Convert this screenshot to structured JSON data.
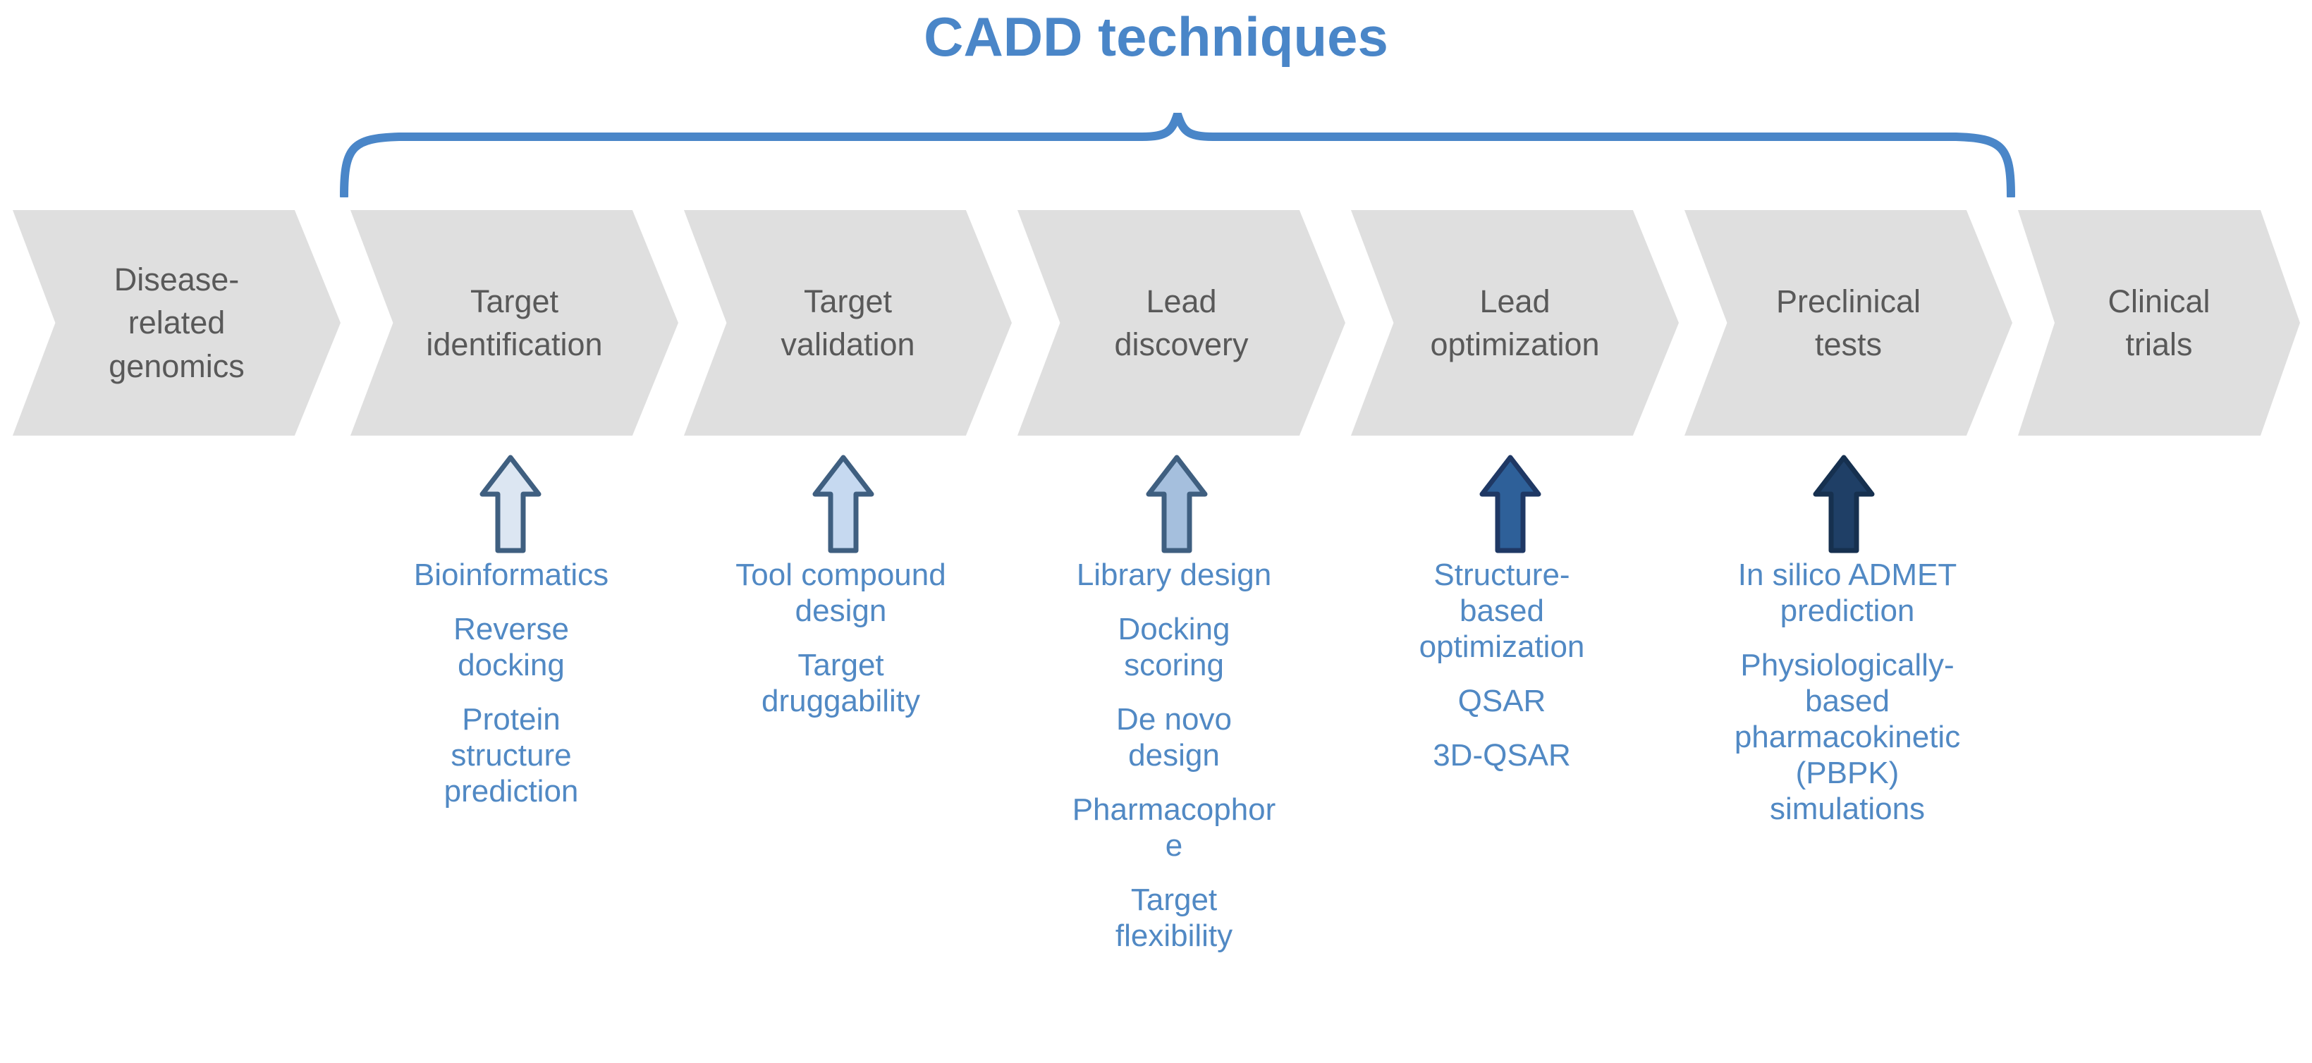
{
  "figure": {
    "title": "CADD techniques",
    "title_color": "#4a86c8",
    "brace_color": "#4a86c8",
    "stage_fill": "#dfdfdf",
    "stage_text_color": "#595959",
    "technique_text_color": "#5189c4"
  },
  "pipeline": {
    "stages": [
      {
        "label": "Disease-\nrelated\ngenomics",
        "cadd": false
      },
      {
        "label": "Target\nidentification",
        "cadd": true
      },
      {
        "label": "Target\nvalidation",
        "cadd": true
      },
      {
        "label": "Lead\ndiscovery",
        "cadd": true
      },
      {
        "label": "Lead\noptimization",
        "cadd": true
      },
      {
        "label": "Preclinical\ntests",
        "cadd": true
      },
      {
        "label": "Clinical\ntrials",
        "cadd": false
      }
    ]
  },
  "arrows": [
    {
      "for_stage": "Target identification",
      "fill": "#dce6f2",
      "stroke": "#3f5f80"
    },
    {
      "for_stage": "Target validation",
      "fill": "#c6d9f0",
      "stroke": "#3f5f80"
    },
    {
      "for_stage": "Lead discovery",
      "fill": "#a5bfdd",
      "stroke": "#3f5f80"
    },
    {
      "for_stage": "Lead optimization",
      "fill": "#2e6099",
      "stroke": "#1f3864"
    },
    {
      "for_stage": "Preclinical tests",
      "fill": "#1f3f66",
      "stroke": "#16304f"
    }
  ],
  "techniques": [
    {
      "stage": "Target identification",
      "items": [
        "Bioinformatics",
        "Reverse\ndocking",
        "Protein\nstructure\nprediction"
      ]
    },
    {
      "stage": "Target validation",
      "items": [
        "Tool compound\ndesign",
        "Target\ndruggability"
      ]
    },
    {
      "stage": "Lead discovery",
      "items": [
        "Library design",
        "Docking\nscoring",
        "De novo\ndesign",
        "Pharmacophor\ne",
        "Target\nflexibility"
      ]
    },
    {
      "stage": "Lead optimization",
      "items": [
        "Structure-\nbased\noptimization",
        "QSAR",
        "3D-QSAR"
      ]
    },
    {
      "stage": "Preclinical tests",
      "items": [
        "In silico ADMET\nprediction",
        "Physiologically-\nbased\npharmacokinetic\n(PBPK)\nsimulations"
      ]
    }
  ]
}
